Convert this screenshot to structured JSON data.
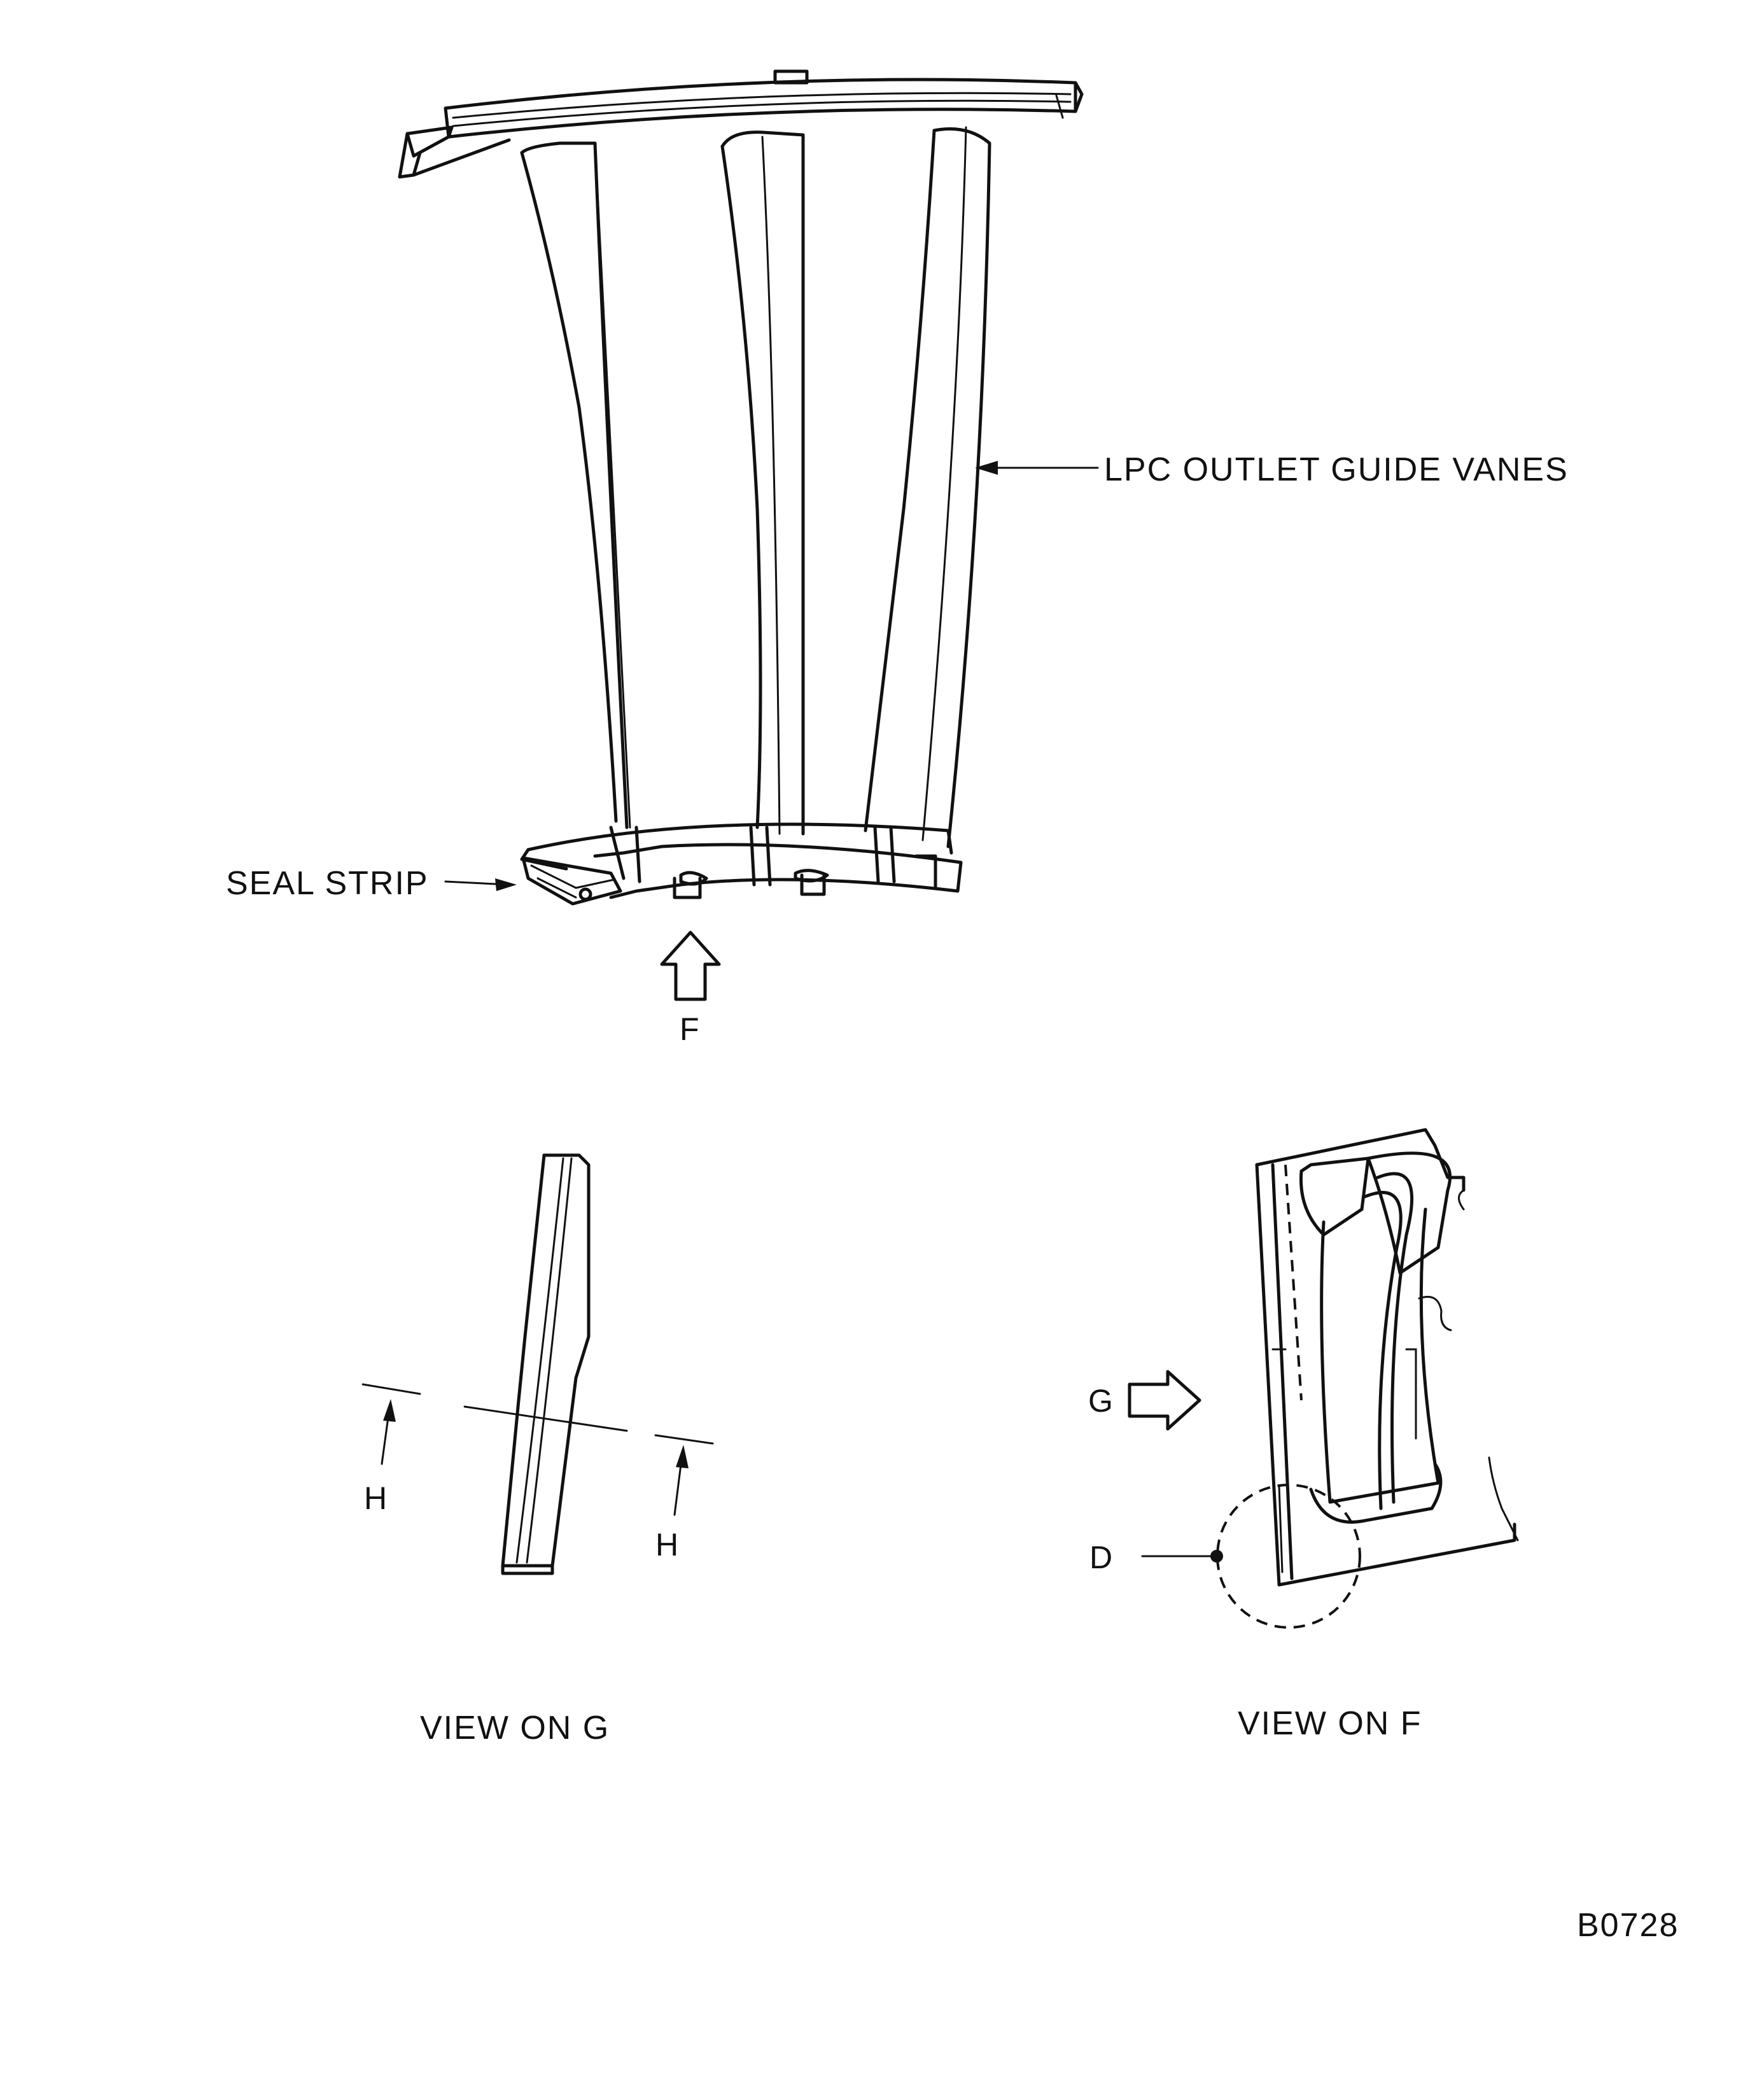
{
  "labels": {
    "lpc_outlet_guide_vanes": "LPC OUTLET GUIDE VANES",
    "seal_strip": "SEAL STRIP",
    "arrow_f": "F",
    "arrow_g": "G",
    "section_h_left": "H",
    "section_h_right": "H",
    "detail_d": "D",
    "view_on_g": "VIEW ON G",
    "view_on_f": "VIEW ON F",
    "drawing_number": "B0728"
  }
}
